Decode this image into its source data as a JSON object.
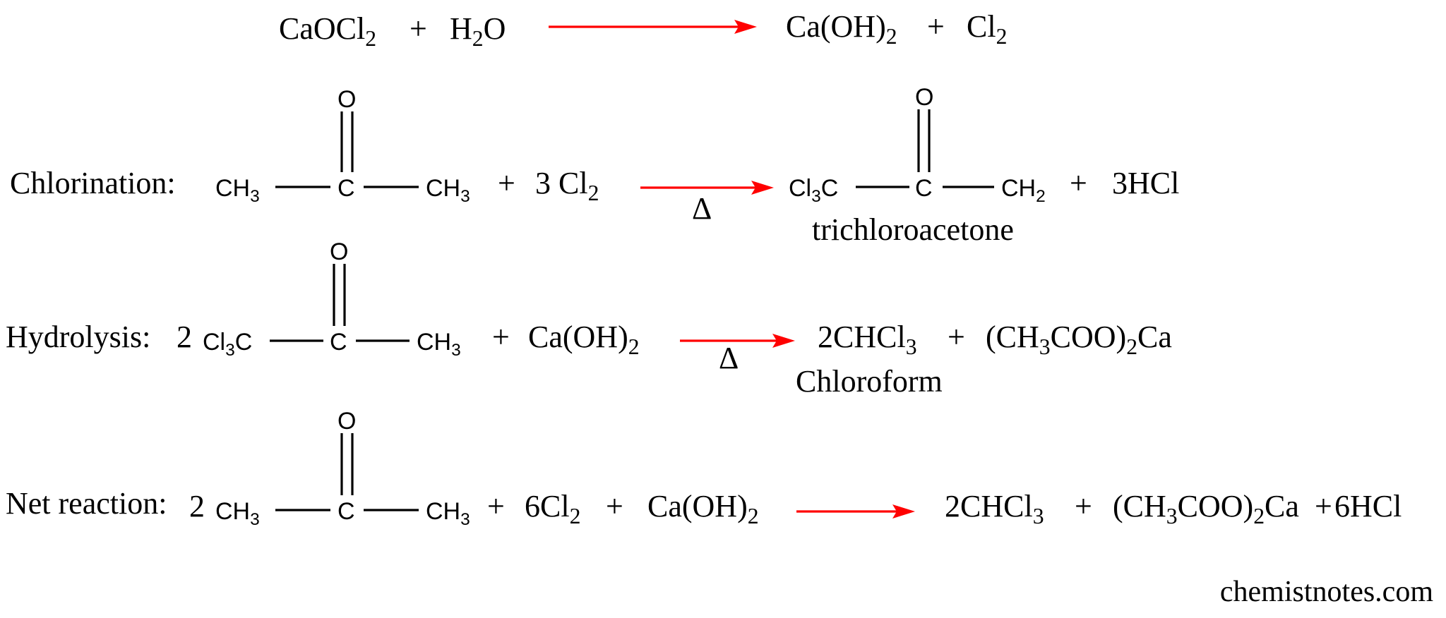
{
  "colors": {
    "arrow": "#ff0000",
    "text": "#000000",
    "background": "#ffffff"
  },
  "reaction1": {
    "r1": {
      "base": "CaOCl",
      "sub": "2"
    },
    "plus1": "+",
    "r2": {
      "pre": "H",
      "sub": "2",
      "post": "O"
    },
    "p1": {
      "base": "Ca(OH)",
      "sub": "2"
    },
    "plus2": "+",
    "p2": {
      "base": "Cl",
      "sub": "2"
    }
  },
  "reaction2": {
    "label": "Chlorination:",
    "left": {
      "base": "CH",
      "sub": "3"
    },
    "center": "C",
    "oxygen": "O",
    "right": {
      "base": "CH",
      "sub": "3"
    },
    "plus1": "+",
    "reagent": {
      "base": "3 Cl",
      "sub": "2"
    },
    "condition": "Δ",
    "p_left": {
      "pre": "Cl",
      "sub": "3",
      "post": "C"
    },
    "p_center": "C",
    "p_oxygen": "O",
    "p_right": {
      "base": "CH",
      "sub": "2"
    },
    "plus2": "+",
    "byproduct": "3HCl",
    "product_name": "trichloroacetone"
  },
  "reaction3": {
    "label": "Hydrolysis:",
    "coef": "2",
    "left": {
      "pre": "Cl",
      "sub": "3",
      "post": "C"
    },
    "center": "C",
    "oxygen": "O",
    "right": {
      "base": "CH",
      "sub": "3"
    },
    "plus1": "+",
    "reagent": {
      "base": "Ca(OH)",
      "sub": "2"
    },
    "condition": "Δ",
    "p1": {
      "base": "2CHCl",
      "sub": "3"
    },
    "plus2": "+",
    "p2": {
      "pre": "(CH",
      "sub1": "3",
      "mid": "COO)",
      "sub2": "2",
      "post": "Ca"
    },
    "product_name": "Chloroform"
  },
  "reaction4": {
    "label": "Net reaction:",
    "coef": "2",
    "left": {
      "base": "CH",
      "sub": "3"
    },
    "center": "C",
    "oxygen": "O",
    "right": {
      "base": "CH",
      "sub": "3"
    },
    "plus1": "+",
    "reagent1": {
      "base": "6Cl",
      "sub": "2"
    },
    "plus2": "+",
    "reagent2": {
      "base": "Ca(OH)",
      "sub": "2"
    },
    "p1": {
      "base": "2CHCl",
      "sub": "3"
    },
    "plus3": "+",
    "p2": {
      "pre": "(CH",
      "sub1": "3",
      "mid": "COO)",
      "sub2": "2",
      "post": "Ca"
    },
    "plus4": "+",
    "p3": "6HCl"
  },
  "watermark": "chemistnotes.com"
}
